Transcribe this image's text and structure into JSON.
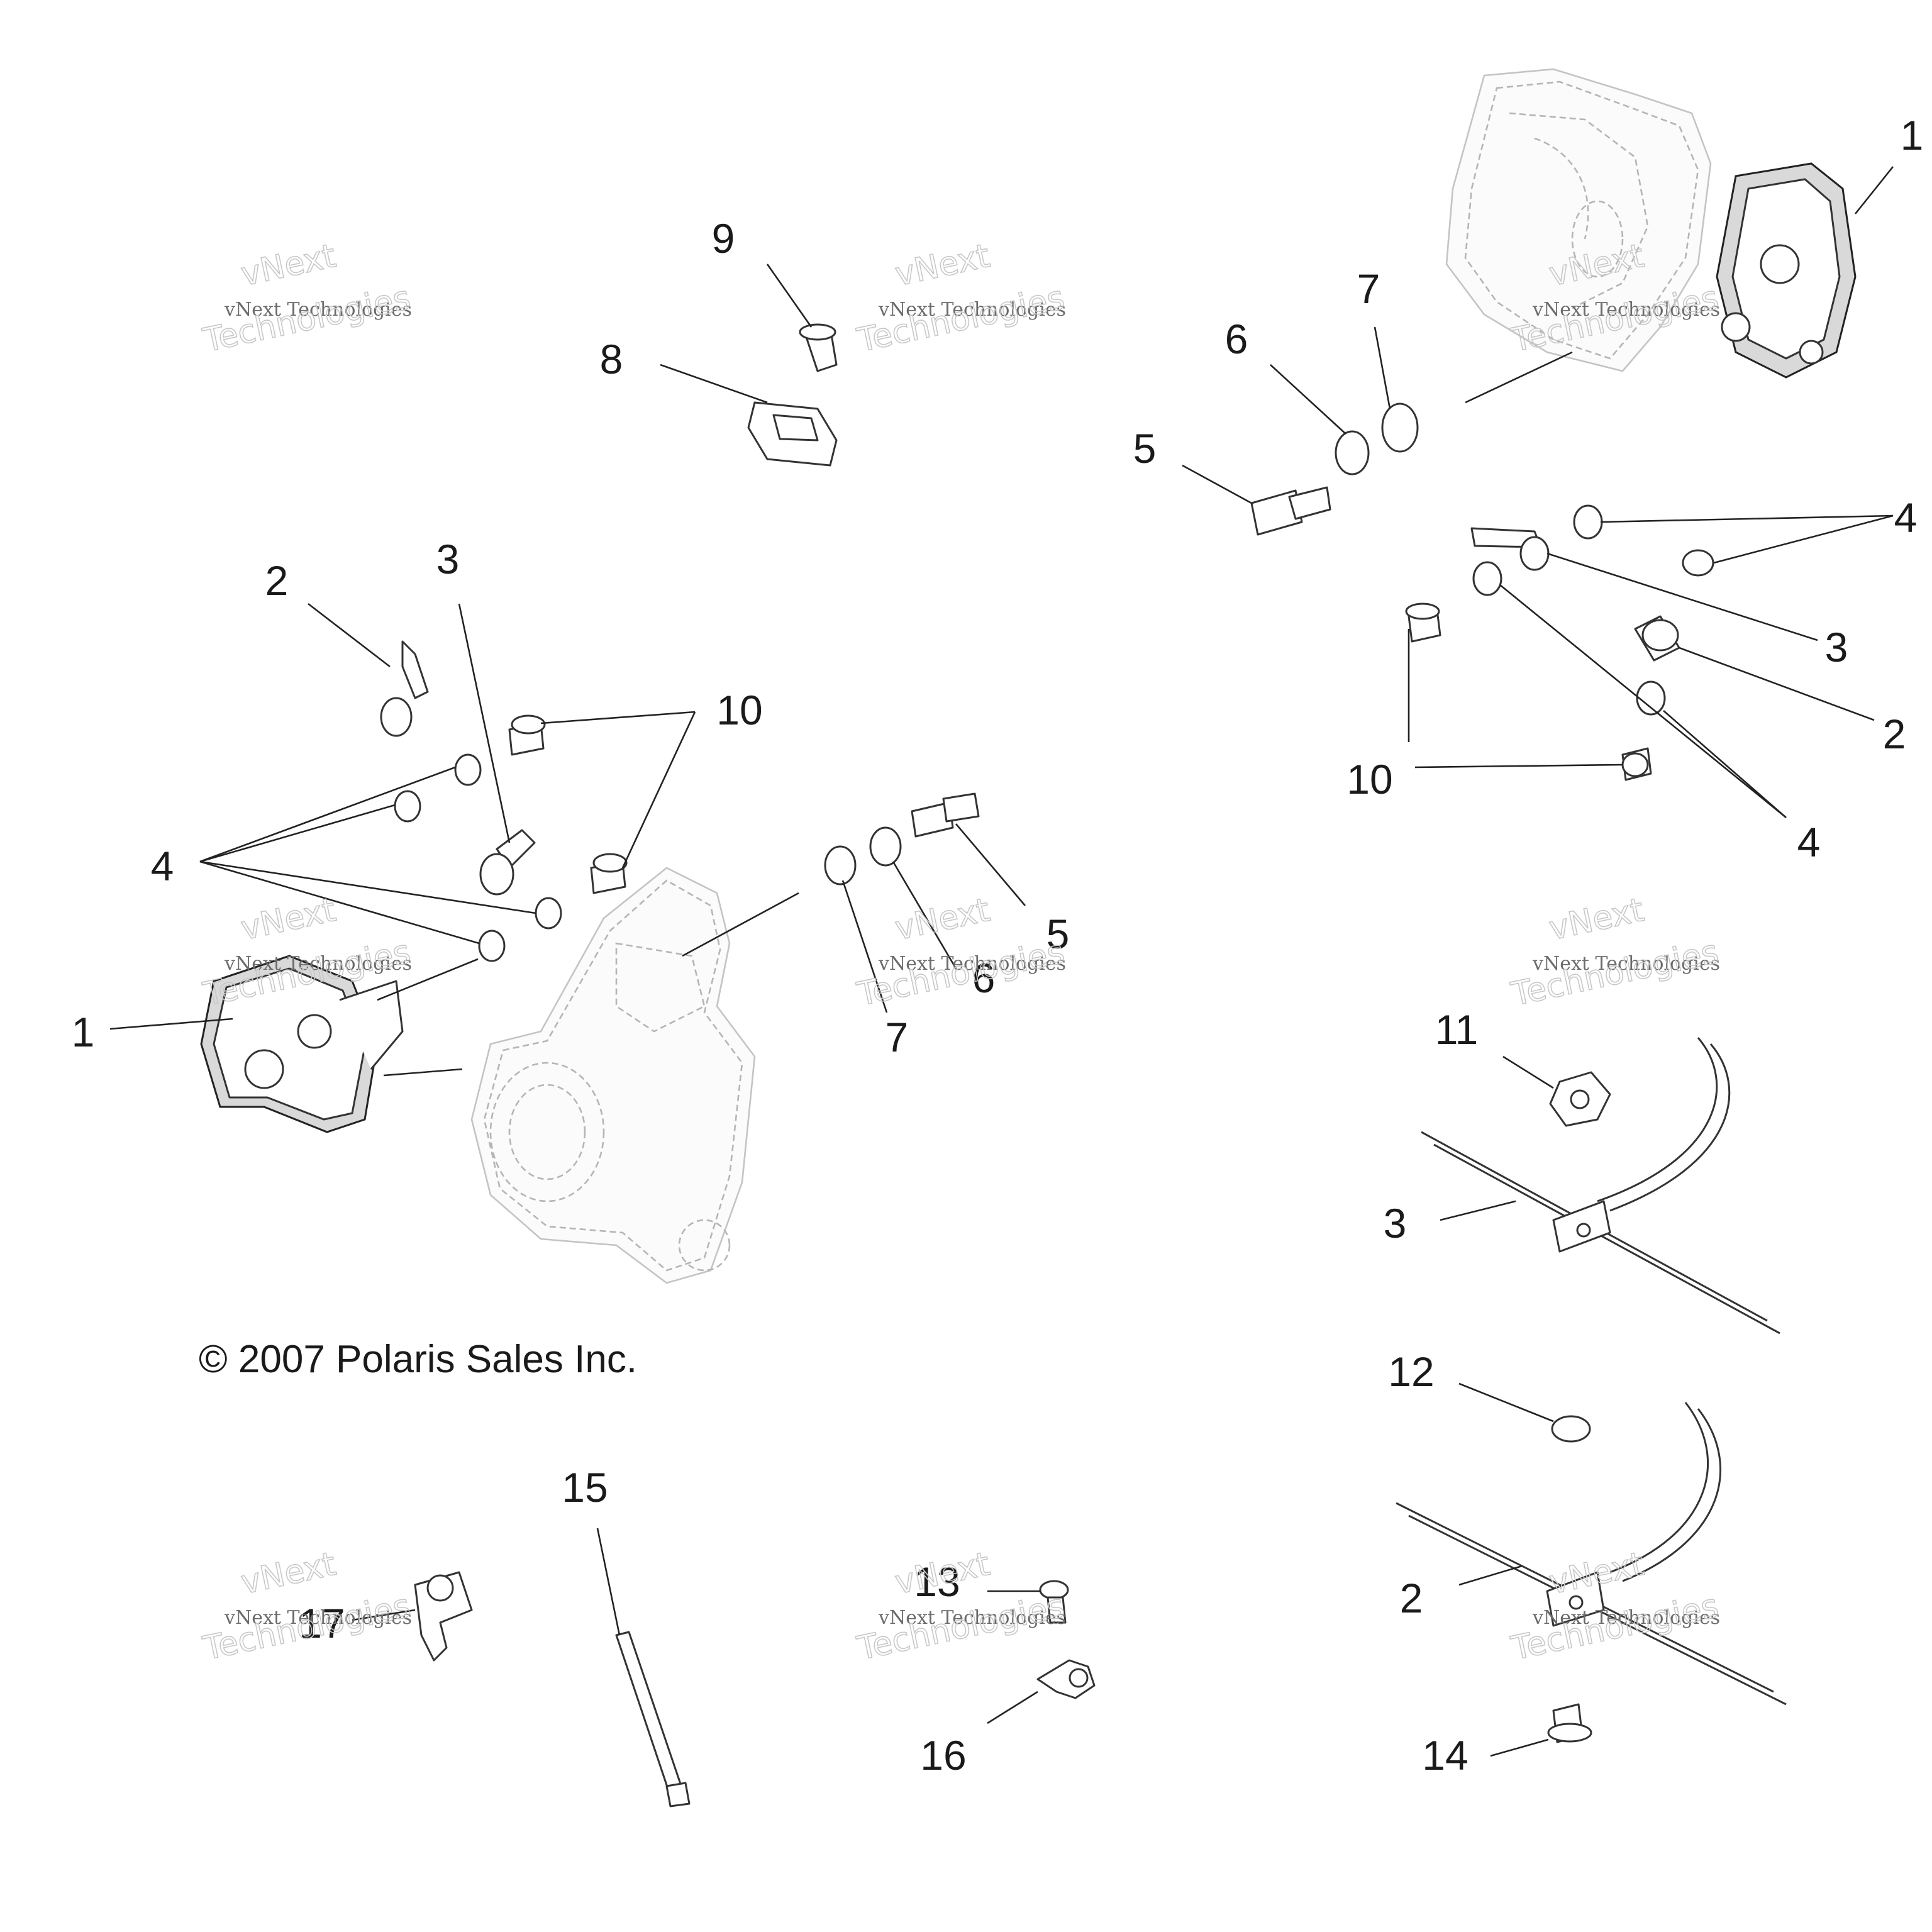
{
  "copyright": "© 2007 Polaris Sales Inc.",
  "watermark": {
    "small": "vNext Technologies",
    "big_top": "vNext",
    "big_bottom": "Technologies"
  },
  "callouts": {
    "c1_upper": "1",
    "c7_upper": "7",
    "c6_upper": "6",
    "c5_upper": "5",
    "c4_upper_a": "4",
    "c3_upper": "3",
    "c2_upper": "2",
    "c10_upper": "10",
    "c4_upper_b": "4",
    "c9": "9",
    "c8": "8",
    "c2_left": "2",
    "c3_left": "3",
    "c10_left": "10",
    "c4_left": "4",
    "c1_left": "1",
    "c5_mid": "5",
    "c6_mid": "6",
    "c7_mid": "7",
    "c11": "11",
    "c3_right": "3",
    "c12": "12",
    "c2_right": "2",
    "c14": "14",
    "c15": "15",
    "c17": "17",
    "c13": "13",
    "c16": "16"
  },
  "colors": {
    "line": "#222222",
    "ghost": "#b5b5b5",
    "watermark": "#6b6b6b"
  }
}
